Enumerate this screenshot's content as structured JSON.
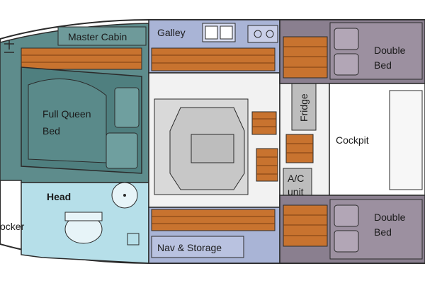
{
  "labels": {
    "master_cabin": "Master Cabin",
    "galley": "Galley",
    "full_queen_bed_line1": "Full Queen",
    "full_queen_bed_line2": "Bed",
    "head": "Head",
    "locker": "ocker",
    "nav_storage": "Nav & Storage",
    "fridge": "Fridge",
    "ac_line1": "A/C",
    "ac_line2": "unit",
    "cockpit": "Cockpit",
    "double_bed_top_line1": "Double",
    "double_bed_top_line2": "Bed",
    "double_bed_bottom_line1": "Double",
    "double_bed_bottom_line2": "Bed"
  },
  "colors": {
    "hull_outline": "#2b2b2b",
    "master_cabin": "#5e8c8c",
    "bed_teal": "#4f7f7f",
    "galley": "#a9b4d6",
    "head": "#b6dfe9",
    "salon": "#f2f2f2",
    "seat_grey": "#bdbdbd",
    "aft_cabin": "#8a7f8f",
    "aft_bed": "#9c90a0",
    "wood": "#c8732f",
    "wood_line": "#7a3e10",
    "cockpit": "#ffffff"
  }
}
